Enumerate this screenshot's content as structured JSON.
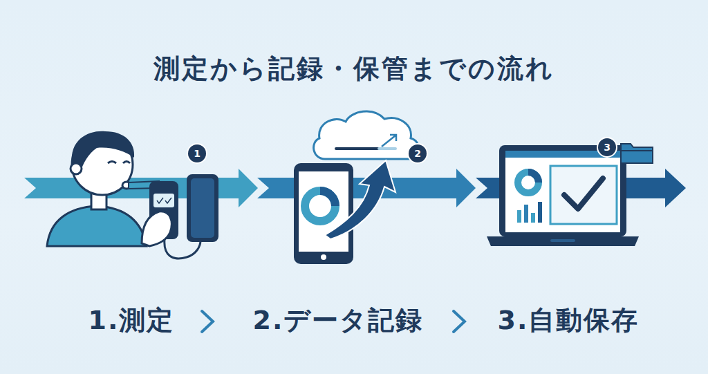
{
  "diagram": {
    "title": "測定から記録・保管までの流れ",
    "nodes": [
      {
        "text": [
          "1"
        ]
      },
      {
        "text": [
          "2"
        ]
      },
      {
        "text": [
          "3"
        ]
      }
    ],
    "labels": [
      "1.測定",
      "2.データ記録",
      "3.自動保存"
    ]
  }
}
